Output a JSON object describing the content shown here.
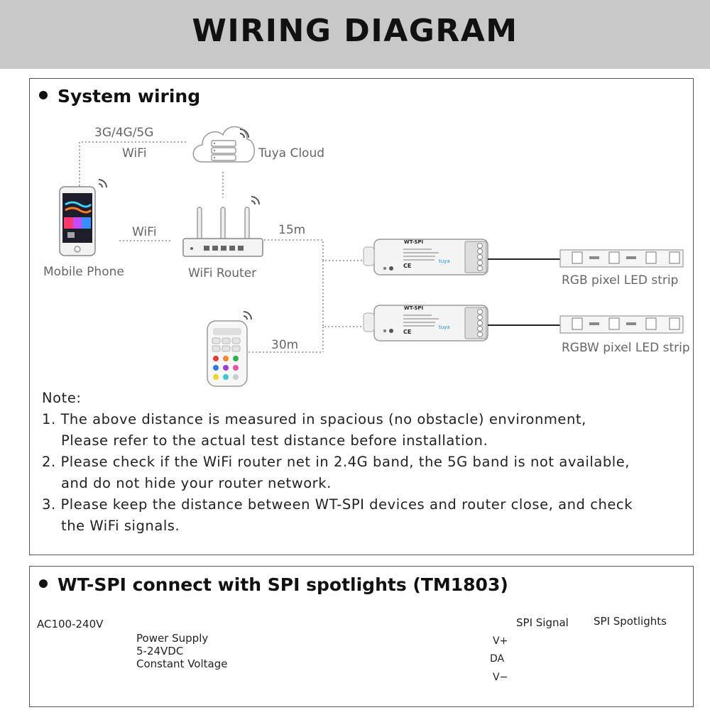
{
  "header": {
    "title": "WIRING DIAGRAM"
  },
  "system": {
    "title": "System wiring",
    "link_top": "3G/4G/5G",
    "link_top_wifi": "WiFi",
    "cloud_label": "Tuya Cloud",
    "phone_link": "WiFi",
    "phone_label": "Mobile Phone",
    "router_label": "WiFi Router",
    "distance_router": "15m",
    "distance_remote": "30m",
    "strip1_label": "RGB pixel LED strip",
    "strip2_label": "RGBW pixel LED strip",
    "controller_model": "WT-SPI",
    "controller_brand": "tuya",
    "controller_ce": "CE"
  },
  "notes": {
    "heading": "Note:",
    "lines": [
      "1. The above distance is measured in spacious (no obstacle) environment,",
      "    Please refer to the actual test distance before installation.",
      "2. Please check if the WiFi router net in 2.4G band, the 5G band is not available,",
      "    and do not hide your router network.",
      "3. Please keep the distance between WT-SPI devices and router close, and check",
      "    the WiFi signals."
    ]
  },
  "spi": {
    "title": "WT-SPI connect with SPI spotlights (TM1803)",
    "ac_label": "AC100-240V",
    "psu_line1": "Power Supply",
    "psu_line2": "5-24VDC",
    "psu_line3": "Constant Voltage",
    "signal_label": "SPI Signal",
    "spotlights_label": "SPI Spotlights",
    "vplus": "V+",
    "da": "DA",
    "vminus": "V−"
  },
  "colors": {
    "header_bg": "#c8c8c8",
    "wire_red": "#d9262b",
    "wire_green": "#2a8c3c",
    "wire_black": "#111111",
    "text_gray": "#666666"
  }
}
